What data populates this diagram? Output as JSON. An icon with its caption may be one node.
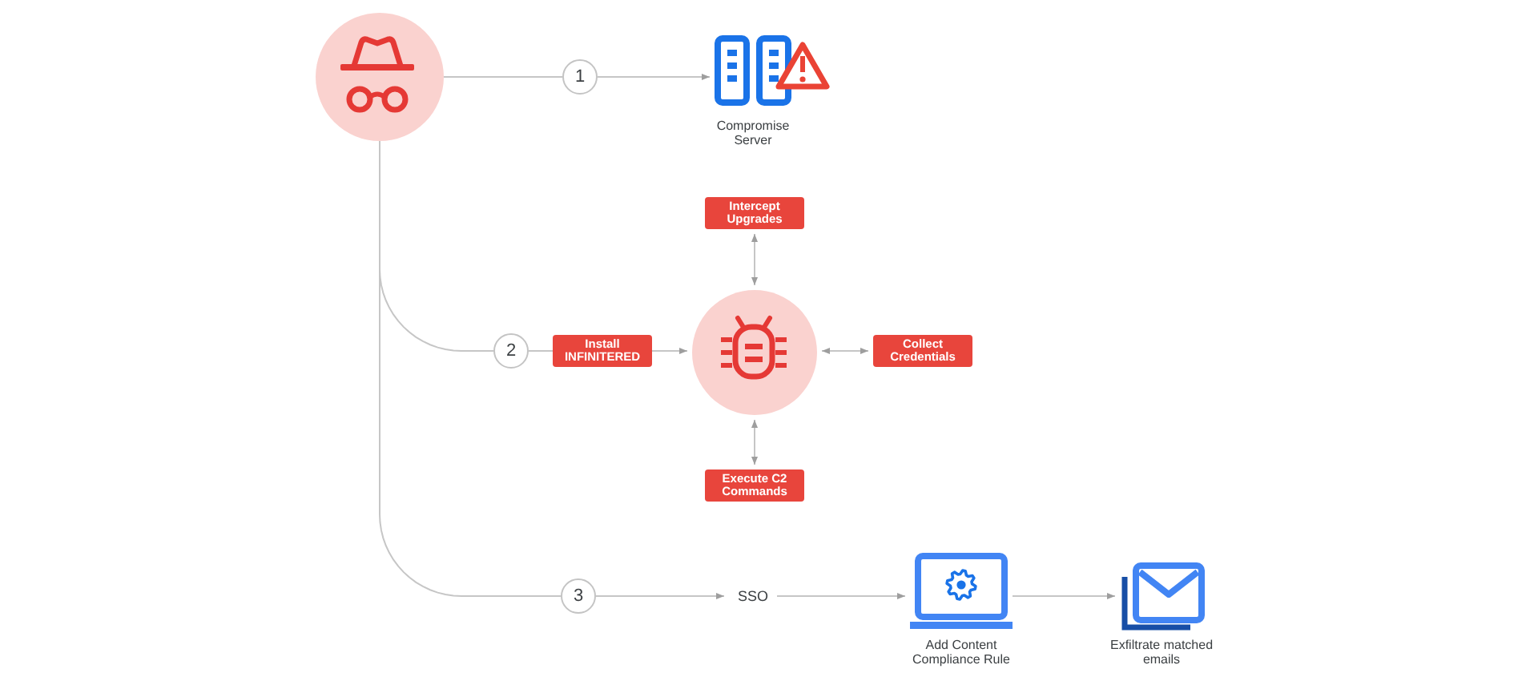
{
  "diagram": {
    "nodes": [
      {
        "text": [],
        "shape": "circle"
      },
      {
        "text": [
          "1"
        ]
      },
      {
        "text": [
          "Compromise Server"
        ]
      },
      {
        "text": [
          "Intercept Upgrades"
        ]
      },
      {
        "text": [
          "2"
        ]
      },
      {
        "text": [
          "Install INFINITERED"
        ]
      },
      {
        "text": [],
        "shape": "circle"
      },
      {
        "text": [
          "Collect Credentials"
        ]
      },
      {
        "text": [
          "Execute C2 Commands"
        ]
      },
      {
        "text": [
          "3"
        ]
      },
      {
        "text": [
          "SSO"
        ]
      },
      {
        "text": [
          "Add Content Compliance Rule"
        ]
      },
      {
        "text": [
          "Exfiltrate matched emails"
        ]
      }
    ],
    "edges": [
      {
        "from": 0,
        "to": 1,
        "arrow": "none"
      },
      {
        "from": 1,
        "to": 2,
        "arrow": "to"
      },
      {
        "from": 0,
        "to": 4,
        "arrow": "none"
      },
      {
        "from": 4,
        "to": 5,
        "arrow": "none"
      },
      {
        "from": 5,
        "to": 6,
        "arrow": "to"
      },
      {
        "from": 6,
        "to": 3,
        "arrow": "both"
      },
      {
        "from": 6,
        "to": 7,
        "arrow": "both"
      },
      {
        "from": 6,
        "to": 8,
        "arrow": "both"
      },
      {
        "from": 0,
        "to": 9,
        "arrow": "none"
      },
      {
        "from": 9,
        "to": 10,
        "arrow": "to"
      },
      {
        "from": 10,
        "to": 11,
        "arrow": "to"
      },
      {
        "from": 11,
        "to": 12,
        "arrow": "to"
      }
    ]
  }
}
